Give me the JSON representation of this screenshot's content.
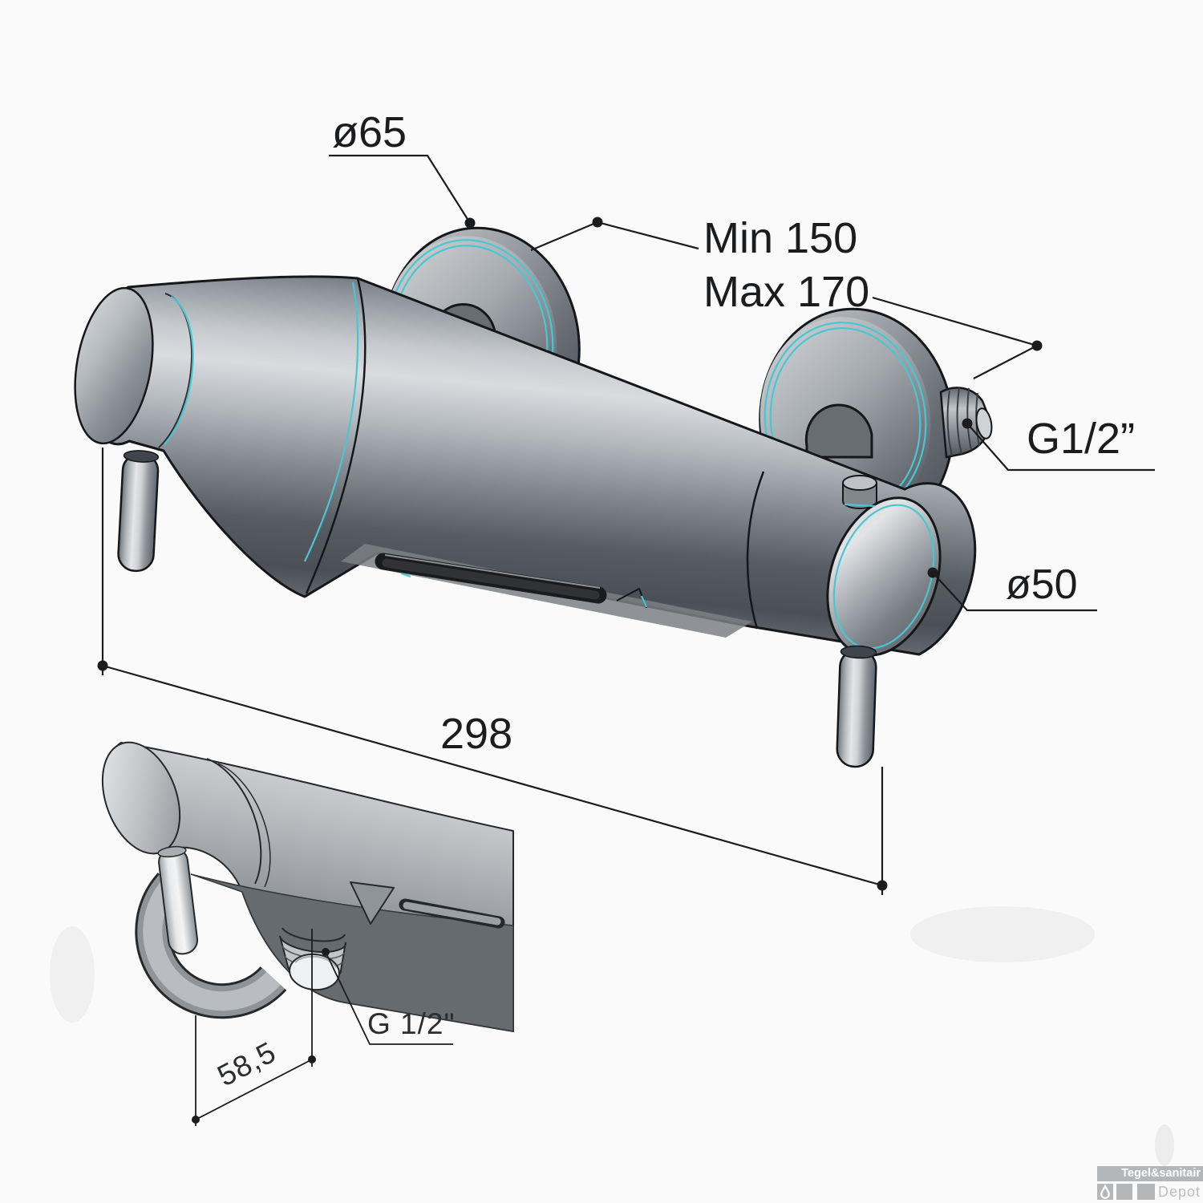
{
  "main_view": {
    "labels": {
      "wall_plate_diameter": "ø65",
      "projection_min": "Min 150",
      "projection_max": "Max 170",
      "connection_thread": "G1/2”",
      "body_diameter": "ø50",
      "total_width": "298"
    }
  },
  "detail_view": {
    "labels": {
      "outlet_thread": "G 1/2\"",
      "outlet_offset": "58,5"
    }
  },
  "colors": {
    "background": "#fafafa",
    "outline": "#15171a",
    "dimension": "#1b1c1e",
    "accent": "#4ac6d2",
    "metal_light": "#d9dcdf",
    "metal_mid": "#8d9298",
    "metal_dark": "#42474d"
  },
  "watermark": {
    "brand": "Tegel&sanitair",
    "sub_brand": "Depot",
    "bar_color": "#b5b6b8",
    "brand_text_color": "#ffffff",
    "sub_text_color": "#bdbec0"
  }
}
